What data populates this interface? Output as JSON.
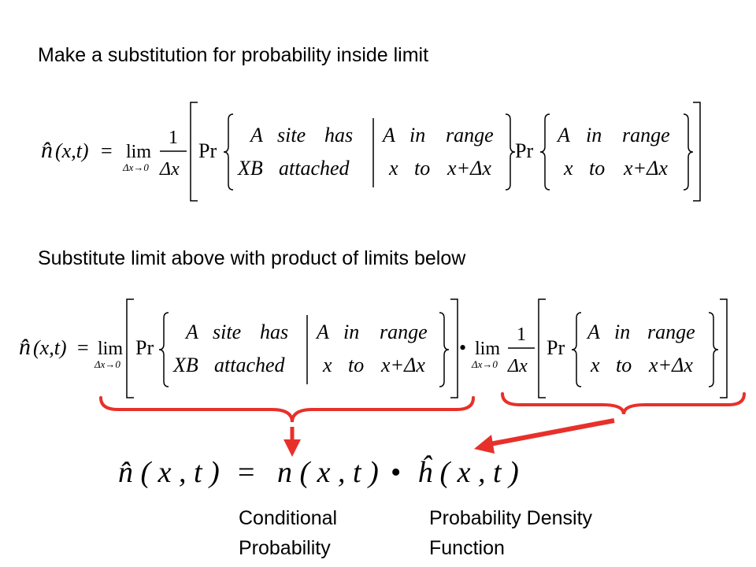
{
  "captions": {
    "step1": "Make a substitution for probability inside limit",
    "step2": "Substitute limit above with product of limits below"
  },
  "eq_parts": {
    "nhat": "n̂",
    "args": "(x,t)",
    "equals": "=",
    "lim": "lim",
    "lim_sub": "Δx→0",
    "one": "1",
    "delta_x": "Δx",
    "pr": "Pr",
    "a": "A",
    "site": "site",
    "has": "has",
    "xb": "XB",
    "attached": "attached",
    "in": "in",
    "range": "range",
    "x": "x",
    "to": "to",
    "x_plus_dx": "x+Δx",
    "bullet": "•"
  },
  "final_eq": {
    "lhs": "n̂ ( x , t )",
    "equals": "=",
    "n": "n ( x , t )",
    "bullet": "•",
    "h_hat": "ĥ ( x , t )"
  },
  "labels": {
    "conditional": "Conditional",
    "probability": "Probability",
    "density_line1": "Probability Density",
    "density_line2": "Function"
  },
  "colors": {
    "annotation": "#e8302a",
    "text": "#000000"
  }
}
